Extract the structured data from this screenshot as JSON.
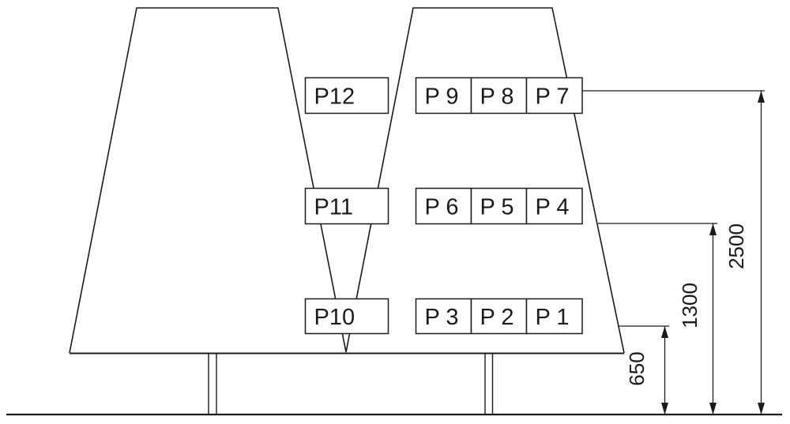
{
  "measurement_points": {
    "left_tower": [
      "P12",
      "P11",
      "P10"
    ],
    "right_tower": [
      [
        "P 9",
        "P 8",
        "P 7"
      ],
      [
        "P 6",
        "P 5",
        "P 4"
      ],
      [
        "P 3",
        "P 2",
        "P 1"
      ]
    ]
  },
  "dimensions": {
    "d650": "650",
    "d1300": "1300",
    "d2500": "2500"
  },
  "colors": {
    "line": "#1b1b1b",
    "background": "#ffffff"
  }
}
